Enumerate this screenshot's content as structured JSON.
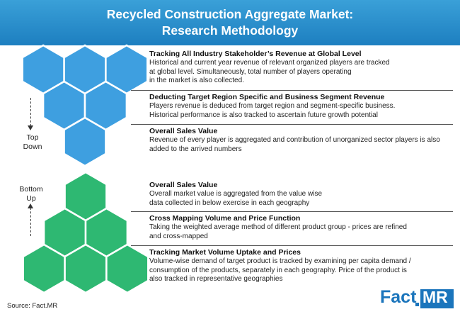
{
  "header": {
    "title_line1": "Recycled Construction Aggregate Market:",
    "title_line2": "Research Methodology"
  },
  "colors": {
    "header_blue": "#2389c9",
    "hex_blue": "#3e9fe0",
    "hex_green": "#2eb872",
    "logo_blue": "#1b75bc"
  },
  "top_down": {
    "label_line1": "Top",
    "label_line2": "Down",
    "steps": [
      {
        "title": "Tracking All Industry Stakeholder’s Revenue at Global Level",
        "lines": [
          "Historical and current year revenue of relevant organized players are tracked",
          "at global level. Simultaneously, total number of players operating",
          "in the market is also collected."
        ]
      },
      {
        "title": "Deducting Target Region Specific and Business Segment Revenue",
        "lines": [
          "Players revenue is deduced from target region and segment-specific business.",
          "Historical performance is also tracked to ascertain future growth potential"
        ]
      },
      {
        "title": "Overall Sales Value",
        "lines": [
          "Revenue of every player is aggregated and contribution of unorganized sector players is also",
          "added to the arrived numbers"
        ]
      }
    ]
  },
  "bottom_up": {
    "label_line1": "Bottom",
    "label_line2": "Up",
    "steps": [
      {
        "title": "Overall Sales Value",
        "lines": [
          "Overall market value is aggregated from the value wise",
          "data collected in below exercise in each geography"
        ]
      },
      {
        "title": "Cross Mapping Volume and Price Function",
        "lines": [
          "Taking the weighted average method of different product group - prices are refined",
          "and cross-mapped"
        ]
      },
      {
        "title": "Tracking Market Volume Uptake and Prices",
        "lines": [
          "Volume-wise demand of target product is tracked by examining per capita demand /",
          "consumption of the products, separately in each geography. Price of the product is",
          "also tracked in representative geographies"
        ]
      }
    ]
  },
  "source": "Source: Fact.MR",
  "logo": {
    "part1": "Fact",
    "part2": "MR"
  }
}
